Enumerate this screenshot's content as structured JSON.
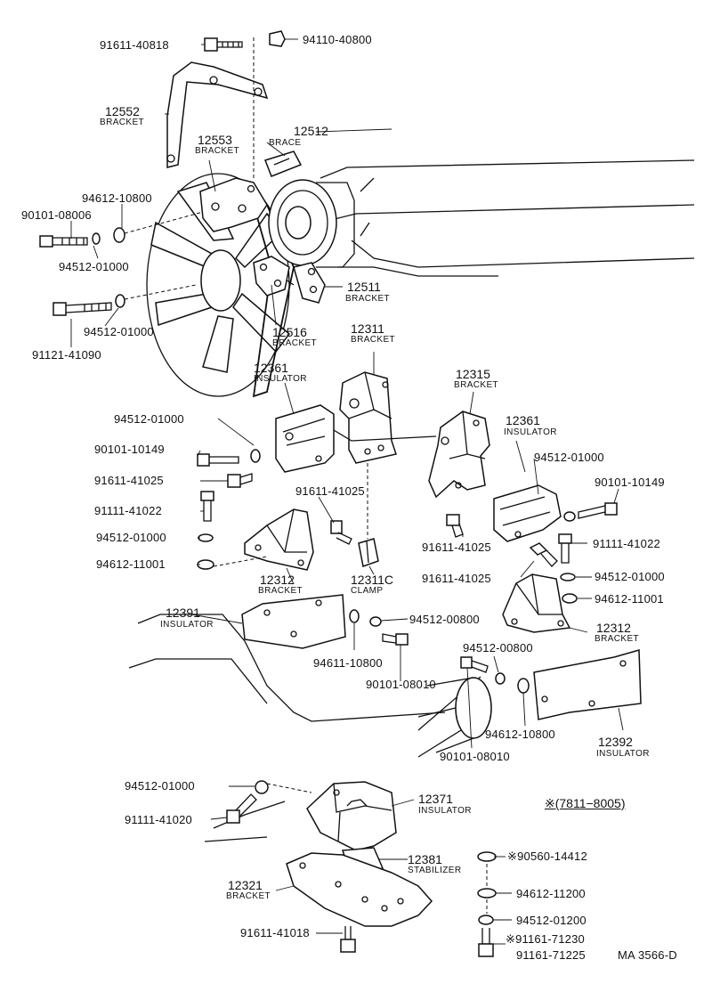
{
  "labels": {
    "p9161140818": "91611-40818",
    "p9411040800": "94110-40800",
    "p12552": "12552",
    "bracket_12552": "BRACKET",
    "p12512": "12512",
    "brace_12512": "BRACE",
    "p12553": "12553",
    "bracket_12553": "BRACKET",
    "p9461210800a": "94612-10800",
    "p9010108006": "90101-08006",
    "p9451201000a": "94512-01000",
    "p12511": "12511",
    "bracket_12511": "BRACKET",
    "p9451201000b": "94512-01000",
    "p9112141090": "91121-41090",
    "p12516": "12516",
    "bracket_12516": "BRACKET",
    "p12311": "12311",
    "bracket_12311": "BRACKET",
    "p12361a": "12361",
    "insulator_12361a": "INSULATOR",
    "p12315": "12315",
    "bracket_12315": "BRACKET",
    "p12361b": "12361",
    "insulator_12361b": "INSULATOR",
    "p9451201000c": "94512-01000",
    "p9010110149a": "90101-10149",
    "p9161141025a": "91611-41025",
    "p9451201000d": "94512-01000",
    "p9010110149b": "90101-10149",
    "p9111141022a": "91111-41022",
    "p9161141025b": "91611-41025",
    "p9451201000e": "94512-01000",
    "p9161141025c": "91611-41025",
    "p9111141022b": "91111-41022",
    "p9461211001a": "94612-11001",
    "p12312a": "12312",
    "bracket_12312a": "BRACKET",
    "p12311c": "12311C",
    "clamp_12311c": "CLAMP",
    "p9161141025d": "91611-41025",
    "p9451201000f": "94512-01000",
    "p9461211001b": "94612-11001",
    "p12391": "12391",
    "insulator_12391": "INSULATOR",
    "p9451200800a": "94512-00800",
    "p12312b": "12312",
    "bracket_12312b": "BRACKET",
    "p9461110800": "94611-10800",
    "p9451200800b": "94512-00800",
    "p9010108010a": "90101-08010",
    "p9461210800b": "94612-10800",
    "p12392": "12392",
    "insulator_12392": "INSULATOR",
    "p9010108010b": "90101-08010",
    "p9451201000g": "94512-01000",
    "p12371": "12371",
    "insulator_12371": "INSULATOR",
    "p9111141020": "91111-41020",
    "date_range": "※(7811−8005)",
    "p12381": "12381",
    "stabilizer_12381": "STABILIZER",
    "p9056014412": "※90560-14412",
    "p12321": "12321",
    "bracket_12321": "BRACKET",
    "p9461211200": "94612-11200",
    "p9451201200": "94512-01200",
    "p9161141018": "91611-41018",
    "p9116171230": "※91161-71230",
    "p9116171225": "91161-71225",
    "drawing_id": "MA 3566-D"
  }
}
